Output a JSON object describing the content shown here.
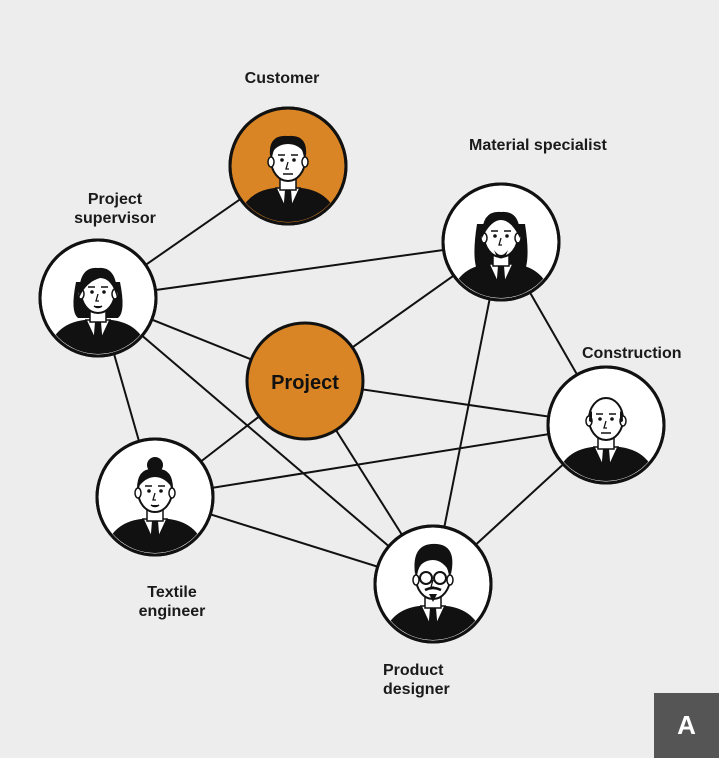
{
  "center": {
    "label": "Project",
    "fill": "#d98525"
  },
  "nodes": [
    {
      "id": "customer",
      "lines": [
        "Customer"
      ],
      "fill": "#d98525",
      "hair": "short-dark"
    },
    {
      "id": "material",
      "lines": [
        "Material specialist"
      ],
      "fill": "#ffffff",
      "hair": "long"
    },
    {
      "id": "supervisor",
      "lines": [
        "Project",
        "supervisor"
      ],
      "fill": "#ffffff",
      "hair": "bob"
    },
    {
      "id": "construction",
      "lines": [
        "Construction"
      ],
      "fill": "#ffffff",
      "hair": "bald"
    },
    {
      "id": "textile",
      "lines": [
        "Textile",
        "engineer"
      ],
      "fill": "#ffffff",
      "hair": "bun"
    },
    {
      "id": "designer",
      "lines": [
        "Product",
        "designer"
      ],
      "fill": "#ffffff",
      "hair": "quiff-glasses"
    }
  ],
  "edges": [
    [
      "customer",
      "supervisor"
    ],
    [
      "supervisor",
      "material"
    ],
    [
      "supervisor",
      "center"
    ],
    [
      "supervisor",
      "textile"
    ],
    [
      "supervisor",
      "designer"
    ],
    [
      "material",
      "center"
    ],
    [
      "material",
      "construction"
    ],
    [
      "material",
      "designer"
    ],
    [
      "center",
      "construction"
    ],
    [
      "center",
      "textile"
    ],
    [
      "center",
      "designer"
    ],
    [
      "textile",
      "construction"
    ],
    [
      "textile",
      "designer"
    ],
    [
      "construction",
      "designer"
    ]
  ],
  "badge": "A",
  "colors": {
    "background": "#ededed",
    "accent": "#d98525",
    "line": "#111111",
    "badge": "#555555"
  }
}
